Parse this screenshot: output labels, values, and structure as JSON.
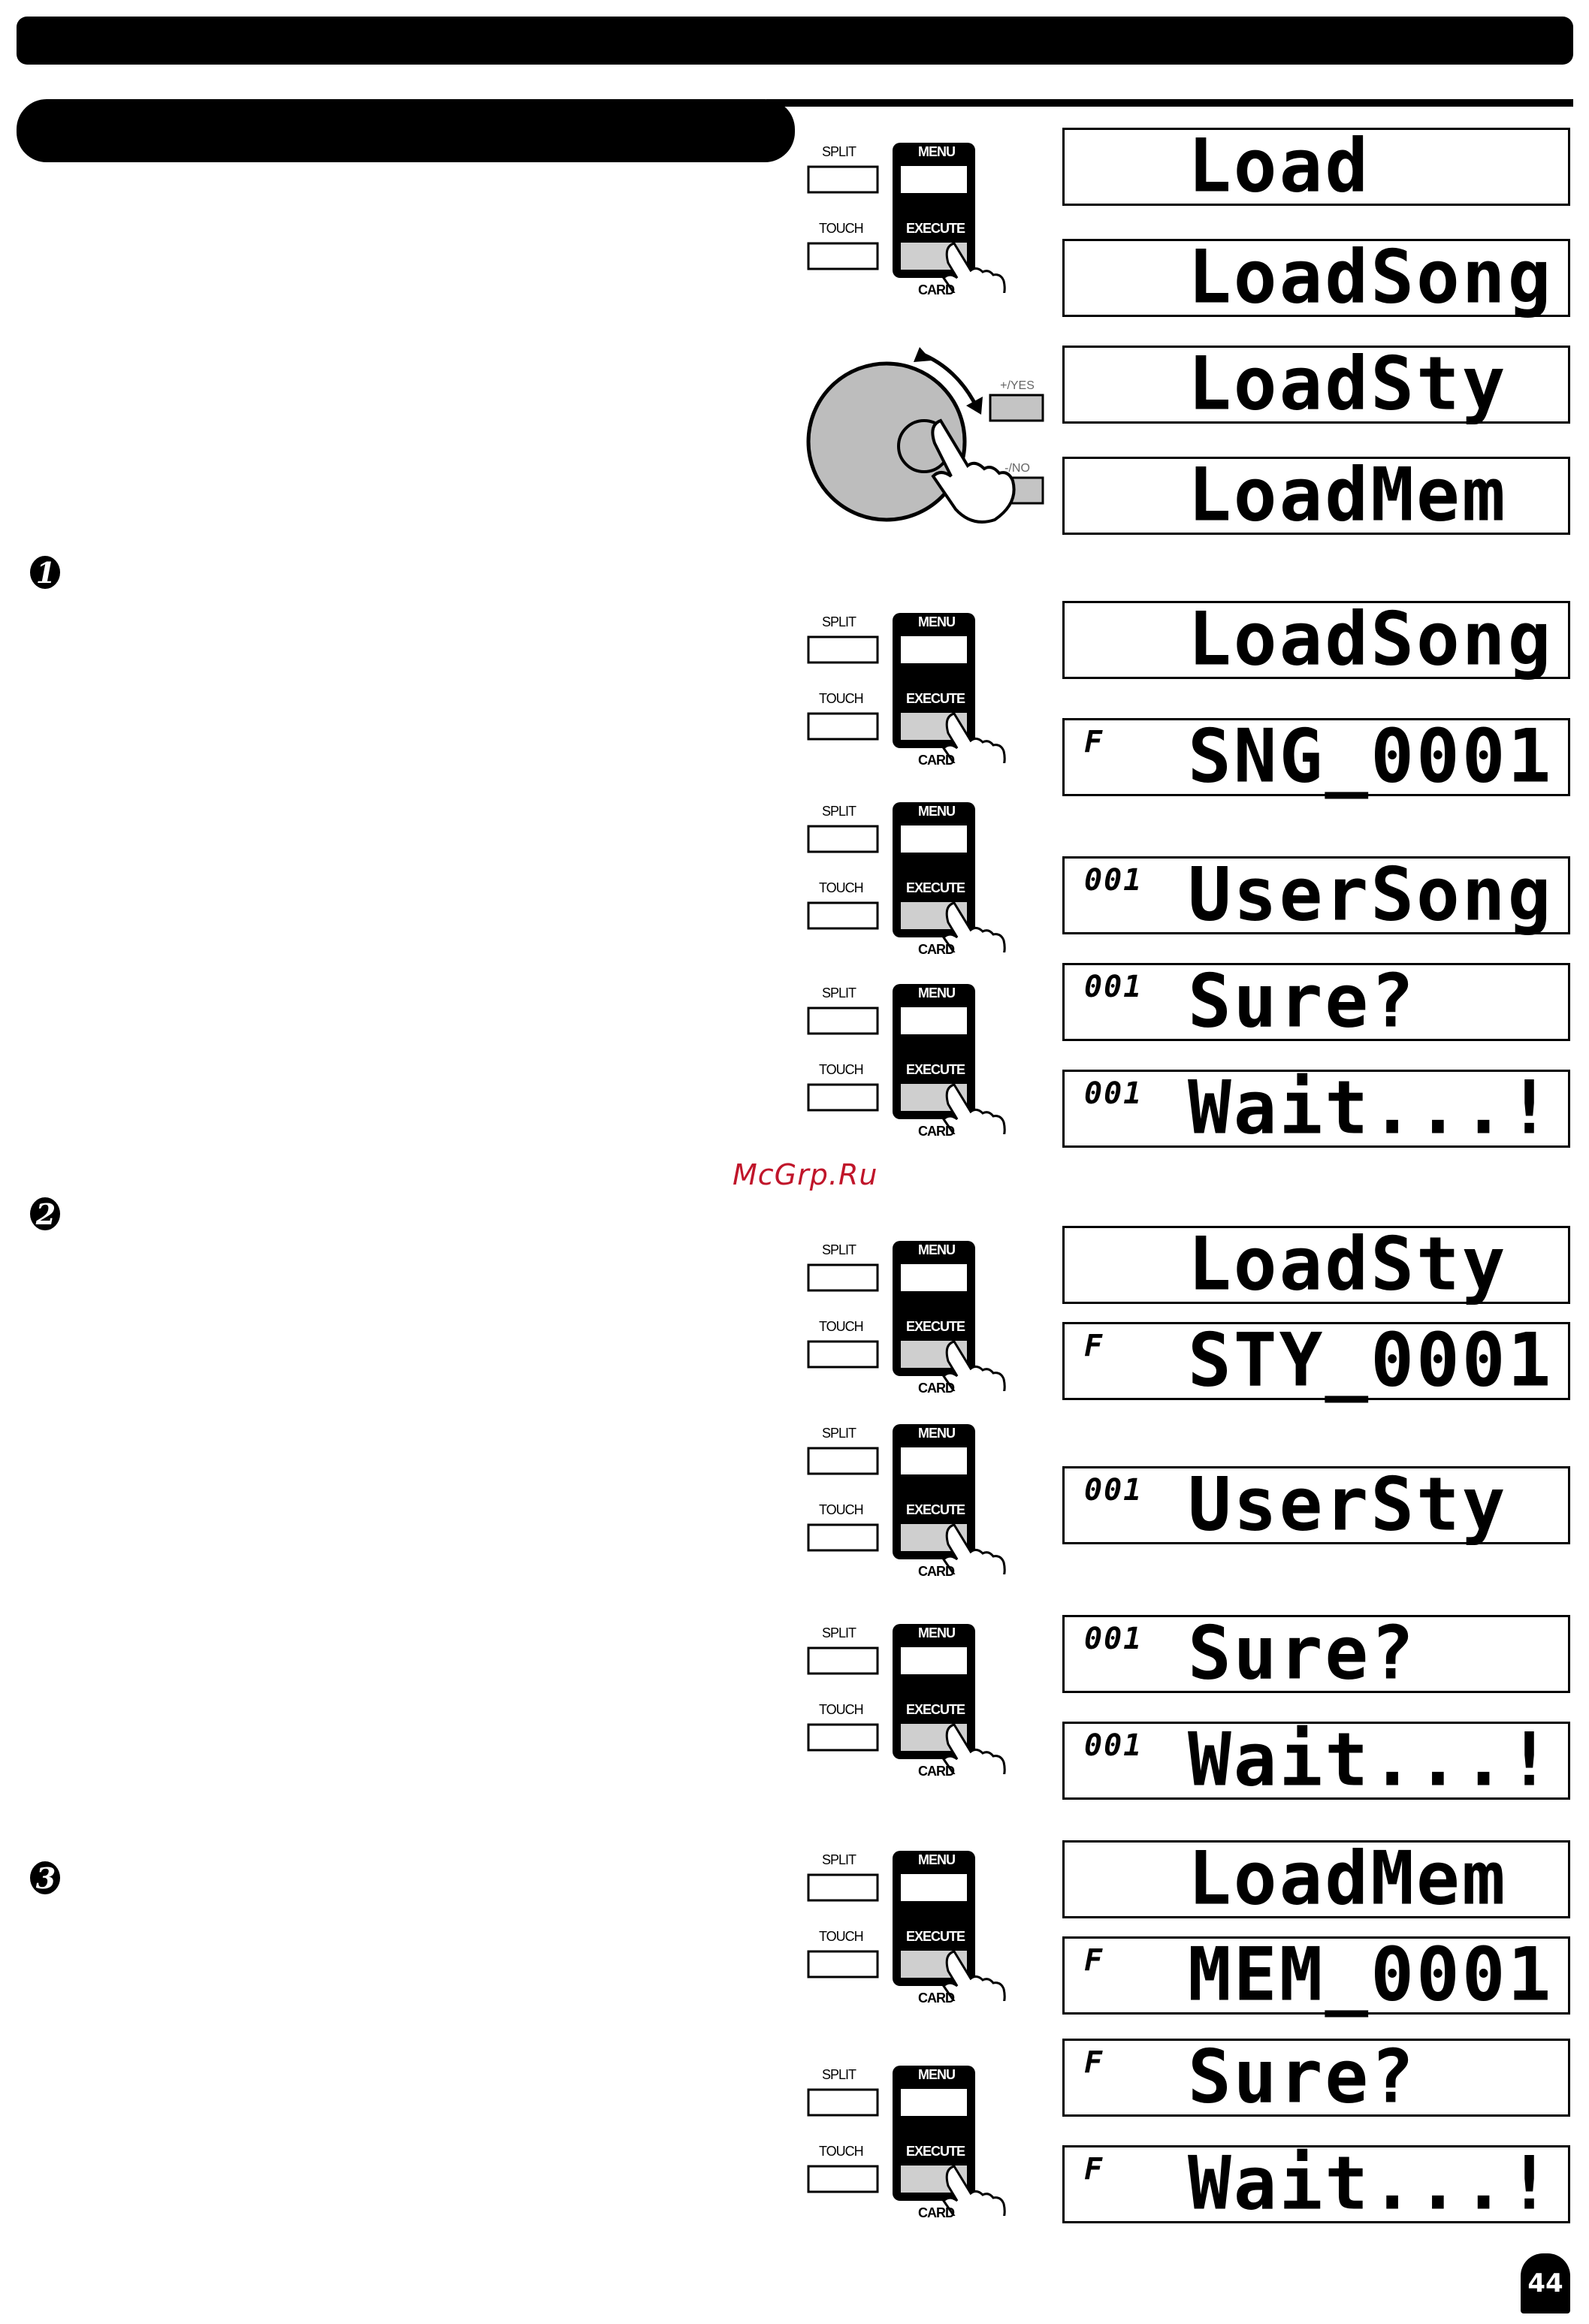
{
  "watermark": "McGrp.Ru",
  "page_number": "44",
  "steps": [
    "1",
    "2",
    "3"
  ],
  "panel_labels": {
    "split": "SPLIT",
    "touch": "TOUCH",
    "menu": "MENU",
    "execute": "EXECUTE",
    "card": "CARD"
  },
  "dial_labels": {
    "yes": "+/YES",
    "no": "-/NO"
  },
  "lcd": [
    {
      "prefix": "",
      "text": "Load"
    },
    {
      "prefix": "",
      "text": "LoadSong"
    },
    {
      "prefix": "",
      "text": "LoadSty"
    },
    {
      "prefix": "",
      "text": "LoadMem"
    },
    {
      "prefix": "",
      "text": "LoadSong"
    },
    {
      "prefix": "F",
      "text": "SNG_0001"
    },
    {
      "prefix": "001",
      "text": "UserSong"
    },
    {
      "prefix": "001",
      "text": "Sure?"
    },
    {
      "prefix": "001",
      "text": "Wait...!"
    },
    {
      "prefix": "",
      "text": "LoadSty"
    },
    {
      "prefix": "F",
      "text": "STY_0001"
    },
    {
      "prefix": "001",
      "text": "UserSty"
    },
    {
      "prefix": "001",
      "text": "Sure?"
    },
    {
      "prefix": "001",
      "text": "Wait...!"
    },
    {
      "prefix": "",
      "text": "LoadMem"
    },
    {
      "prefix": "F",
      "text": "MEM_0001"
    },
    {
      "prefix": "F",
      "text": "Sure?"
    },
    {
      "prefix": "F",
      "text": "Wait...!"
    }
  ]
}
